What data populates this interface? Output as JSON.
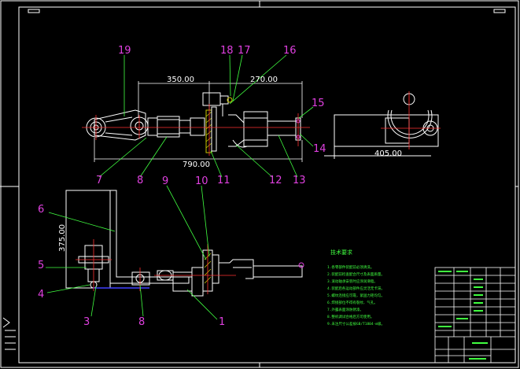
{
  "colors": {
    "background": "#000000",
    "frame": "#ffffff",
    "outline": "#ffffff",
    "center_line": "#ff3030",
    "leader": "#40ff40",
    "label": "#e040e0",
    "dimension": "#ffffff",
    "hatch": "#c8c800",
    "blue": "#4040ff",
    "notes": "#40ff40"
  },
  "part_labels": [
    "19",
    "18",
    "17",
    "16",
    "15",
    "14",
    "7",
    "8",
    "11",
    "12",
    "13",
    "9",
    "10",
    "6",
    "5",
    "4",
    "3",
    "8",
    "1"
  ],
  "dimensions": {
    "top_span": "350.00",
    "right_span": "270.00",
    "overall_length": "790.00",
    "side_width": "405.00",
    "vertical_height": "375.00"
  },
  "notes": {
    "heading": "技术要求",
    "lines": [
      "1.各零部件装配前必须清洗。",
      "2.装配前检查配合尺寸及表面质量。",
      "3.滚动轴承安装时应涂润滑脂。",
      "4.装配后各运动部件应灵活无卡滞。",
      "5.螺纹连接应可靠，紧固力矩均匀。",
      "6.焊接部位不得有裂纹、气孔。",
      "7.外露表面涂防锈漆。",
      "8.整机调试合格后方可使用。",
      "9.未注尺寸公差按GB/T1804-m级。"
    ]
  }
}
